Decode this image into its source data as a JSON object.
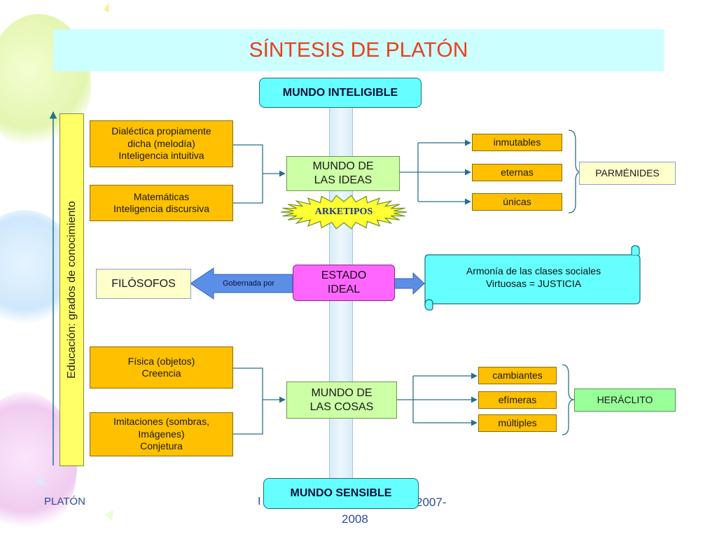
{
  "title": "SÍNTESIS DE PLATÓN",
  "colors": {
    "title_text": "#E8401C",
    "title_bg": "#CCFFFF",
    "orange_box": "#FFC000",
    "idea_box": "#CCFFA6",
    "world_box": "#66FFFF",
    "estado_box": "#FF66FF",
    "arrow_blue": "#5B8EE6"
  },
  "mundo_inteligible": "MUNDO INTELIGIBLE",
  "mundo_sensible": "MUNDO SENSIBLE",
  "educacion_label": "Educación: grados de conocimiento",
  "knowledge": {
    "dialectica": {
      "line1": "Dialéctica propiamente",
      "line2": "dicha (melodía)",
      "line3": "Inteligencia intuitiva"
    },
    "matematicas": {
      "line1": "Matemáticas",
      "line2": "Inteligencia discursiva"
    },
    "fisica": {
      "line1": "Física (objetos)",
      "line2": "Creencia"
    },
    "imitaciones": {
      "line1": "Imitaciones (sombras,",
      "line2": "Imágenes)",
      "line3": "Conjetura"
    }
  },
  "mundo_ideas": {
    "line1": "MUNDO DE",
    "line2": "LAS IDEAS"
  },
  "arketipos": "ARKETIPOS",
  "ideas_properties": [
    "inmutables",
    "eternas",
    "únicas"
  ],
  "parmenides": "PARMÉNIDES",
  "estado": {
    "line1": "ESTADO",
    "line2": "IDEAL"
  },
  "gobernada_por": "Gobernada por",
  "filosofos": "FILÓSOFOS",
  "scroll": {
    "line1": "Armonía de las clases sociales",
    "line2": "Virtuosas = JUSTICIA"
  },
  "mundo_cosas": {
    "line1": "MUNDO DE",
    "line2": "LAS COSAS"
  },
  "cosas_properties": [
    "cambiantes",
    "efímeras",
    "múltiples"
  ],
  "heraclito": "HERÁCLITO",
  "footer": {
    "left": "PLATÓN",
    "right_partial_1": "I",
    "right_partial_2": "2007-",
    "right_partial_3": "2008"
  }
}
